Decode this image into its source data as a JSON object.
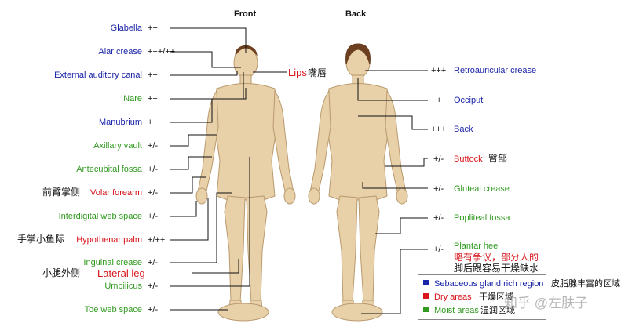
{
  "headers": {
    "front": "Front",
    "back": "Back"
  },
  "left_labels": [
    {
      "text": "Glabella",
      "grade": "++",
      "color": "blue"
    },
    {
      "text": "Alar crease",
      "grade": "+++/++",
      "color": "blue"
    },
    {
      "text": "External auditory canal",
      "grade": "++",
      "color": "blue"
    },
    {
      "text": "Nare",
      "grade": "++",
      "color": "green"
    },
    {
      "text": "Manubrium",
      "grade": "++",
      "color": "blue"
    },
    {
      "text": "Axillary vault",
      "grade": "+/-",
      "color": "green"
    },
    {
      "text": "Antecubital fossa",
      "grade": "+/-",
      "color": "green"
    },
    {
      "text": "Volar forearm",
      "grade": "+/-",
      "color": "red",
      "cn": "前臂掌侧"
    },
    {
      "text": "Interdigital web space",
      "grade": "+/-",
      "color": "green"
    },
    {
      "text": "Hypothenar palm",
      "grade": "+/++",
      "color": "red",
      "cn": "手掌小鱼际"
    },
    {
      "text": "Inguinal crease",
      "grade": "+/-",
      "color": "green"
    },
    {
      "text": "Umbilicus",
      "grade": "+/-",
      "color": "green"
    },
    {
      "text": "Toe web space",
      "grade": "+/-",
      "color": "green"
    }
  ],
  "lateral_leg": {
    "text": "Lateral leg",
    "cn": "小腿外侧"
  },
  "lips": {
    "text": "Lips",
    "cn": "嘴唇"
  },
  "right_labels": [
    {
      "text": "Retroauricular crease",
      "grade": "+++",
      "color": "blue"
    },
    {
      "text": "Occiput",
      "grade": "++",
      "color": "blue"
    },
    {
      "text": "Back",
      "grade": "+++",
      "color": "blue"
    },
    {
      "text": "Buttock",
      "grade": "+/-",
      "color": "red",
      "cn": "臀部"
    },
    {
      "text": "Gluteal crease",
      "grade": "+/-",
      "color": "green"
    },
    {
      "text": "Popliteal fossa",
      "grade": "+/-",
      "color": "green"
    },
    {
      "text": "Plantar heel",
      "grade": "+/-",
      "color": "green"
    }
  ],
  "plantar_note": {
    "line1": "略有争议，部分人的",
    "line2": "脚后跟容易干燥缺水"
  },
  "legend": [
    {
      "text": "Sebaceous gland rich region",
      "color_hex": "#1a24a8",
      "cn": "皮脂腺丰富的区域"
    },
    {
      "text": "Dry areas",
      "color_hex": "#d7141a",
      "cn": "干燥区域"
    },
    {
      "text": "Moist areas",
      "color_hex": "#2f9a1e",
      "cn": "湿润区域"
    }
  ],
  "watermark": "知乎 @左肤子",
  "colors": {
    "skin": "#e8d0a8",
    "skin_outline": "#b99a6e",
    "hair": "#6b3f1f",
    "blue": "#1a24a8",
    "green": "#2f9a1e",
    "red": "#d7141a"
  }
}
